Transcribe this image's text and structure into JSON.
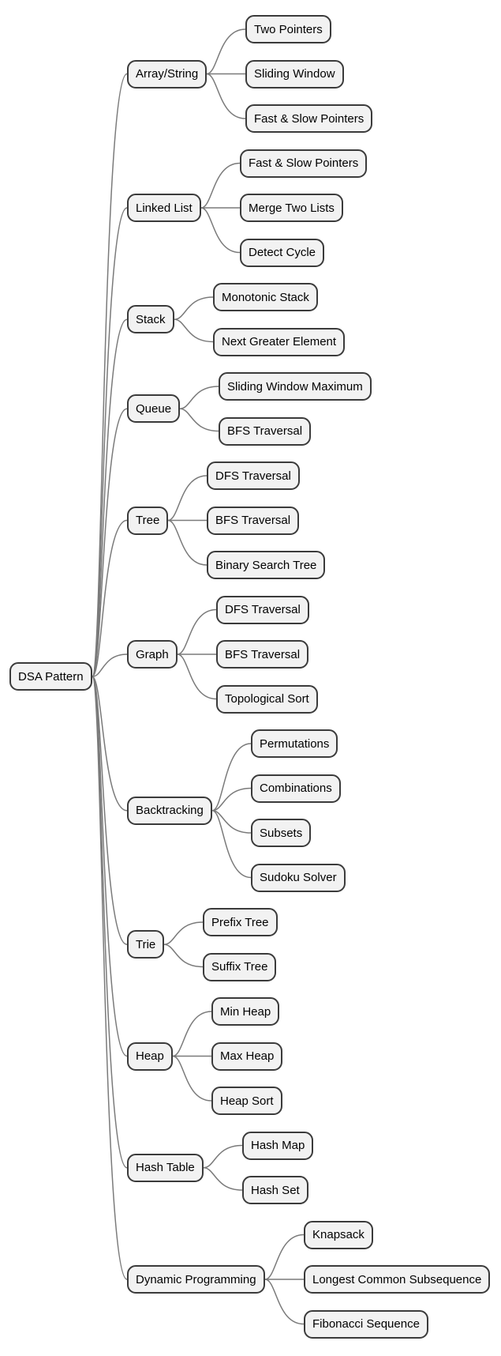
{
  "diagram": {
    "type": "mindmap",
    "root": {
      "label": "DSA Pattern",
      "children": [
        {
          "label": "Array/String",
          "children": [
            {
              "label": "Two Pointers"
            },
            {
              "label": "Sliding Window"
            },
            {
              "label": "Fast & Slow Pointers"
            }
          ]
        },
        {
          "label": "Linked List",
          "children": [
            {
              "label": "Fast & Slow Pointers"
            },
            {
              "label": "Merge Two Lists"
            },
            {
              "label": "Detect Cycle"
            }
          ]
        },
        {
          "label": "Stack",
          "children": [
            {
              "label": "Monotonic Stack"
            },
            {
              "label": "Next Greater Element"
            }
          ]
        },
        {
          "label": "Queue",
          "children": [
            {
              "label": "Sliding Window Maximum"
            },
            {
              "label": "BFS Traversal"
            }
          ]
        },
        {
          "label": "Tree",
          "children": [
            {
              "label": "DFS Traversal"
            },
            {
              "label": "BFS Traversal"
            },
            {
              "label": "Binary Search Tree"
            }
          ]
        },
        {
          "label": "Graph",
          "children": [
            {
              "label": "DFS Traversal"
            },
            {
              "label": "BFS Traversal"
            },
            {
              "label": "Topological Sort"
            }
          ]
        },
        {
          "label": "Backtracking",
          "children": [
            {
              "label": "Permutations"
            },
            {
              "label": "Combinations"
            },
            {
              "label": "Subsets"
            },
            {
              "label": "Sudoku Solver"
            }
          ]
        },
        {
          "label": "Trie",
          "children": [
            {
              "label": "Prefix Tree"
            },
            {
              "label": "Suffix Tree"
            }
          ]
        },
        {
          "label": "Heap",
          "children": [
            {
              "label": "Min Heap"
            },
            {
              "label": "Max Heap"
            },
            {
              "label": "Heap Sort"
            }
          ]
        },
        {
          "label": "Hash Table",
          "children": [
            {
              "label": "Hash Map"
            },
            {
              "label": "Hash Set"
            }
          ]
        },
        {
          "label": "Dynamic Programming",
          "children": [
            {
              "label": "Knapsack"
            },
            {
              "label": "Longest Common Subsequence"
            },
            {
              "label": "Fibonacci Sequence"
            }
          ]
        }
      ]
    },
    "colors": {
      "node_fill": "#f2f2f2",
      "node_border": "#3b3b3b",
      "edge": "#7a7a7a",
      "text": "#000000",
      "canvas": "#ffffff"
    }
  }
}
